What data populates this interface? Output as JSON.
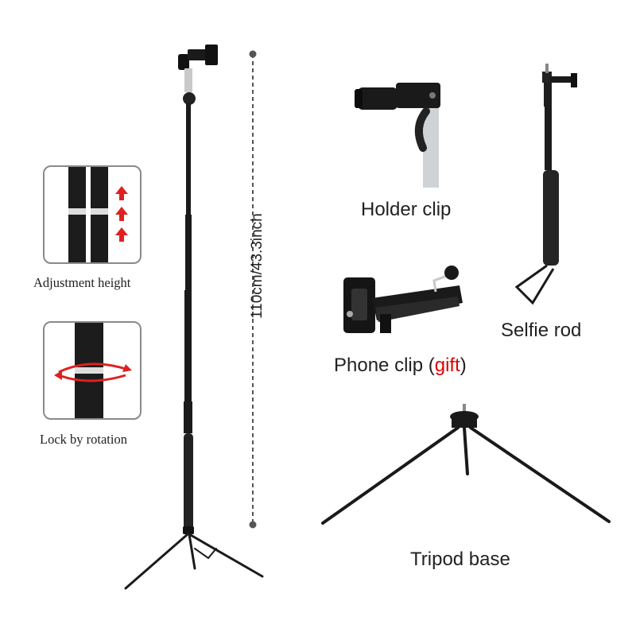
{
  "insets": {
    "adjustment": {
      "caption": "Adjustment height"
    },
    "lock": {
      "caption": "Lock by rotation"
    }
  },
  "dimension": {
    "label": "110cm/43.3inch"
  },
  "products": {
    "holder_clip": {
      "caption": "Holder clip"
    },
    "phone_clip": {
      "caption_main": "Phone clip (",
      "caption_gift": "gift",
      "caption_end": ")"
    },
    "selfie_rod": {
      "caption": "Selfie rod"
    },
    "tripod_base": {
      "caption": "Tripod base"
    }
  },
  "colors": {
    "text": "#222222",
    "gift_red": "#e00000",
    "arrow_red": "#e02020",
    "metal_dark": "#1a1a1a",
    "inset_border": "#8a8a8a"
  }
}
